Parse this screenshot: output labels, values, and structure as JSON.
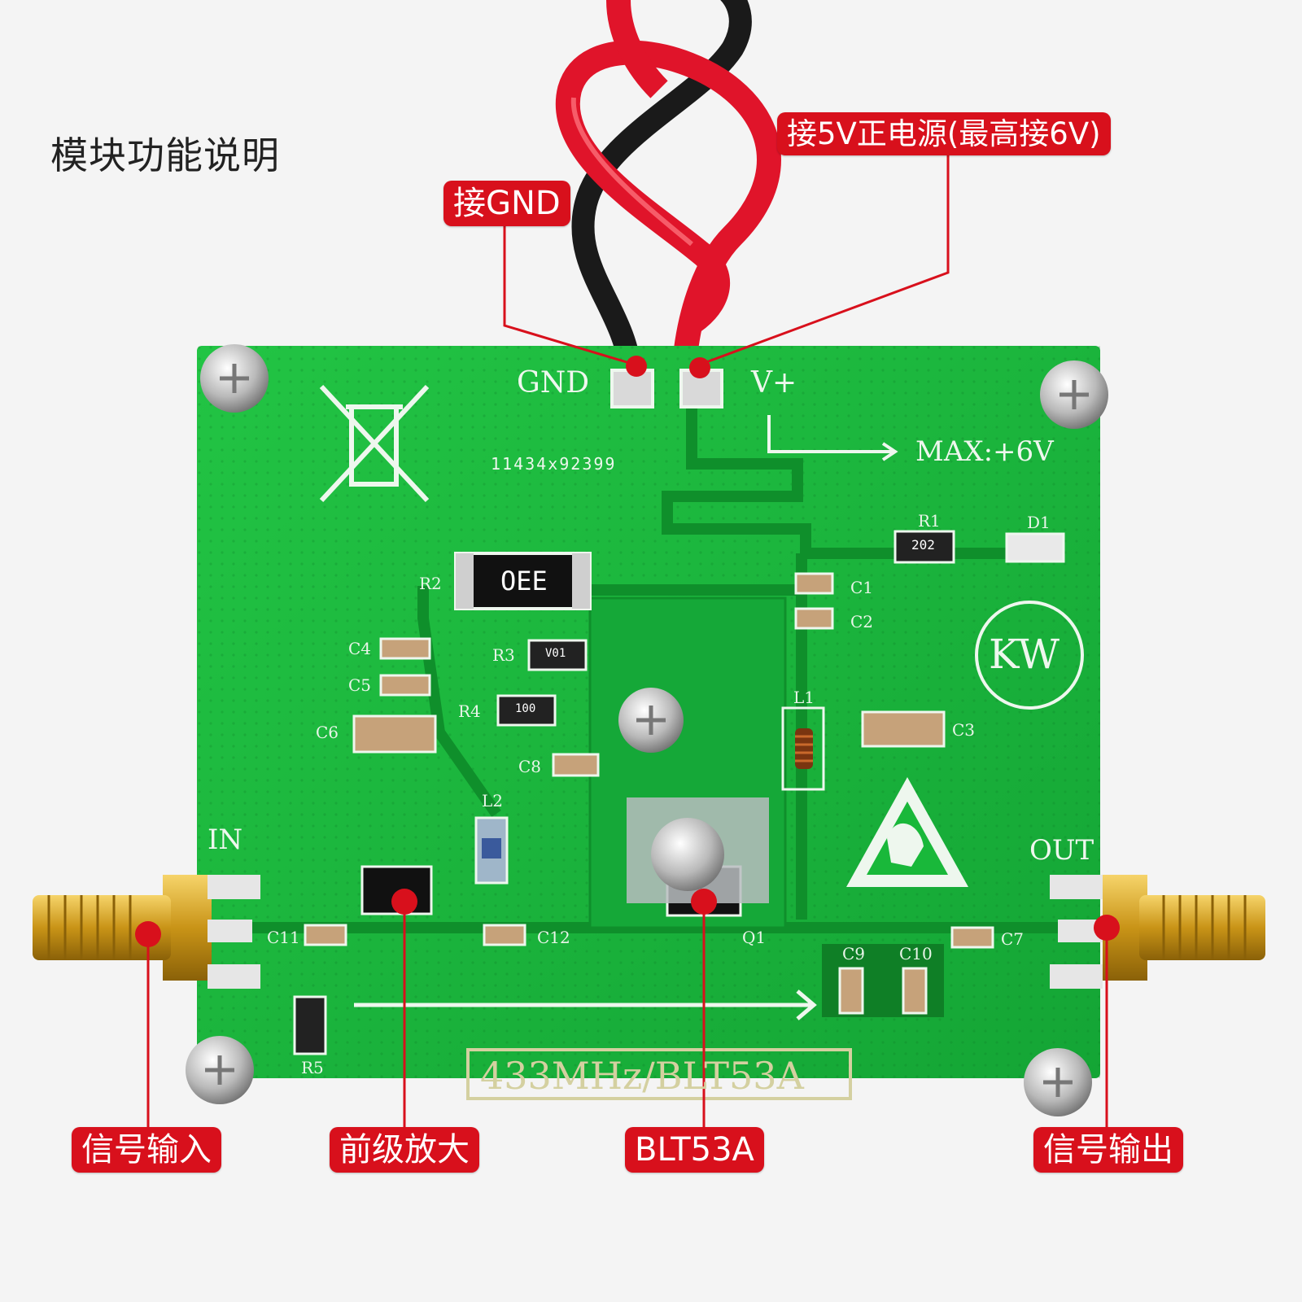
{
  "page": {
    "title": "模块功能说明"
  },
  "callouts": {
    "gnd": "接GND",
    "vplus": "接5V正电源(最高接6V)",
    "input": "信号输入",
    "preamp": "前级放大",
    "transistor": "BLT53A",
    "output": "信号输出"
  },
  "board": {
    "gnd": "GND",
    "vplus": "V+",
    "max": "MAX:+6V",
    "serial": "11434x92399",
    "in": "IN",
    "out": "OUT",
    "logo": "KW",
    "model": "433MHz/BLT53A",
    "r2_code": "OEE",
    "r1_code": "202",
    "r3_code": "V01",
    "r4_code": "100",
    "labels": {
      "r1": "R1",
      "r2": "R2",
      "r3": "R3",
      "r4": "R4",
      "r5": "R5",
      "c1": "C1",
      "c2": "C2",
      "c3": "C3",
      "c4": "C4",
      "c5": "C5",
      "c6": "C6",
      "c7": "C7",
      "c8": "C8",
      "c9": "C9",
      "c10": "C10",
      "c11": "C11",
      "c12": "C12",
      "l1": "L1",
      "l2": "L2",
      "d1": "D1",
      "q1": "Q1"
    }
  },
  "colors": {
    "pcb": "#19b83a",
    "pcb_dark": "#0e8a2a",
    "callout": "#d8101c",
    "wire_red": "#e0142a",
    "wire_black": "#1a1a1a",
    "gold": "#d7a21f"
  }
}
